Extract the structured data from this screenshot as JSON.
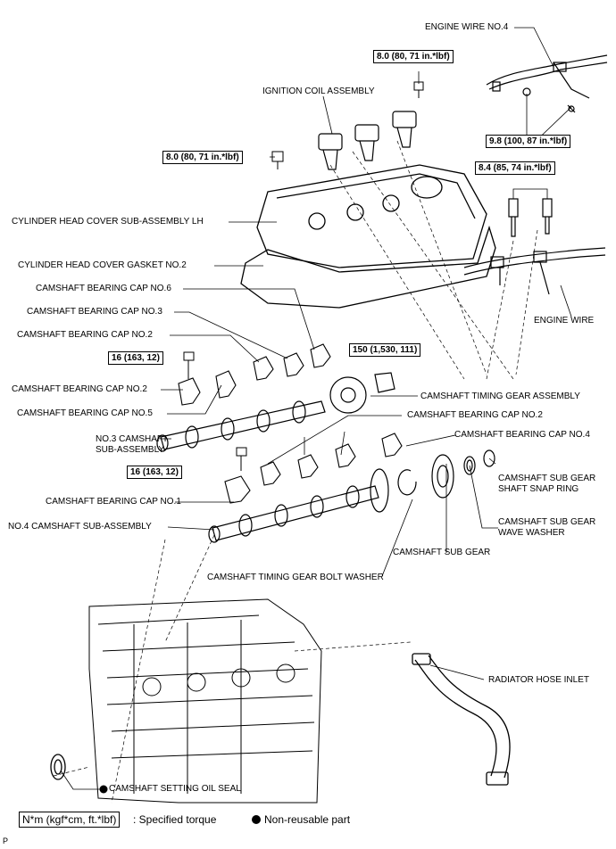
{
  "labels": {
    "engine_wire_no4": "ENGINE WIRE NO.4",
    "ignition_coil": "IGNITION COIL ASSEMBLY",
    "cyl_head_cover": "CYLINDER HEAD COVER SUB-ASSEMBLY LH",
    "cyl_head_gasket": "CYLINDER HEAD COVER GASKET NO.2",
    "cam_cap_no6": "CAMSHAFT BEARING CAP NO.6",
    "cam_cap_no3": "CAMSHAFT BEARING CAP NO.3",
    "cam_cap_no2_a": "CAMSHAFT BEARING CAP NO.2",
    "cam_cap_no2_b": "CAMSHAFT BEARING CAP NO.2",
    "cam_cap_no5": "CAMSHAFT BEARING CAP NO.5",
    "cam_timing_gear": "CAMSHAFT TIMING GEAR ASSEMBLY",
    "cam_cap_no2_c": "CAMSHAFT BEARING CAP NO.2",
    "cam_cap_no4": "CAMSHAFT BEARING CAP NO.4",
    "no3_camshaft": "NO.3 CAMSHAFT\nSUB-ASSEMBLY",
    "engine_wire": "ENGINE WIRE",
    "cam_cap_no1": "CAMSHAFT BEARING CAP NO.1",
    "no4_camshaft": "NO.4 CAMSHAFT SUB-ASSEMBLY",
    "sub_gear_snap": "CAMSHAFT SUB GEAR\nSHAFT SNAP RING",
    "sub_gear_washer": "CAMSHAFT SUB GEAR\nWAVE WASHER",
    "sub_gear": "CAMSHAFT SUB GEAR",
    "bolt_washer": "CAMSHAFT TIMING GEAR BOLT WASHER",
    "radiator_hose": "RADIATOR HOSE INLET",
    "oil_seal": "CAMSHAFT SETTING OIL SEAL"
  },
  "torques": {
    "t_coil_top": "8.0 (80, 71 in.*lbf)",
    "t_wire": "9.8 (100, 87 in.*lbf)",
    "t_cover": "8.0 (80, 71 in.*lbf)",
    "t_plug": "8.4 (85, 74 in.*lbf)",
    "t_cap_top": "16 (163, 12)",
    "t_gear": "150 (1,530, 111)",
    "t_cap_low": "16 (163, 12)"
  },
  "legend": {
    "box": "N*m (kgf*cm, ft.*lbf)",
    "torque_text": ": Specified torque",
    "nonreusable": "Non-reusable part"
  },
  "corner_mark": "P"
}
